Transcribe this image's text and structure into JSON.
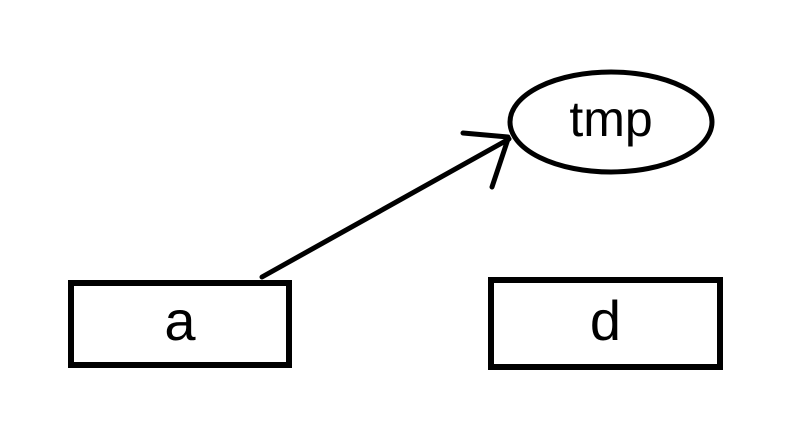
{
  "diagram": {
    "background_color": "#ffffff",
    "stroke_color": "#000000",
    "text_color": "#000000",
    "nodes": {
      "tmp": {
        "label": "tmp",
        "shape": "ellipse"
      },
      "a": {
        "label": "a",
        "shape": "rectangle"
      },
      "d": {
        "label": "d",
        "shape": "rectangle"
      }
    },
    "edges": [
      {
        "from": "a",
        "to": "tmp",
        "style": "straight-arrow"
      }
    ]
  }
}
